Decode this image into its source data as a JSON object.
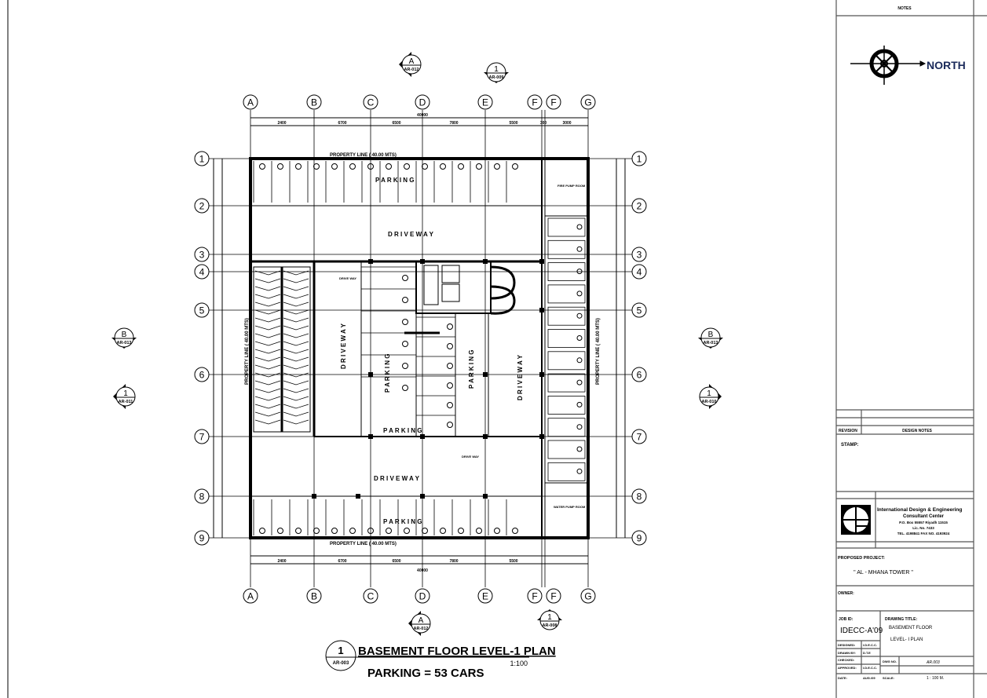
{
  "grid": {
    "columns": [
      "A",
      "B",
      "C",
      "D",
      "E",
      "F",
      "F",
      "G"
    ],
    "rows": [
      "1",
      "2",
      "3",
      "4",
      "5",
      "6",
      "7",
      "8",
      "9"
    ]
  },
  "dimensions": {
    "overall": "40000",
    "segments": [
      "2400",
      "6700",
      "6500",
      "7800",
      "5500",
      "300",
      "3000"
    ]
  },
  "labels": {
    "property_line_top": "PROPERTY LINE  ( 40.00 MTS)",
    "property_line_bottom": "PROPERTY LINE  ( 40.00 MTS)",
    "property_line_left": "PROPERTY LINE  ( 40.00 MTS)",
    "property_line_right": "PROPERTY LINE  ( 40.00 MTS)",
    "parking": "P A R K I N G",
    "driveway": "D R I V E W A Y",
    "fire_pump_room": "FIRE PUMP ROOM",
    "water_pump_room": "WATER PUMP ROOM",
    "drive_way": "DRIVE WAY"
  },
  "section_markers": [
    {
      "id": "A",
      "sheet": "AR-012"
    },
    {
      "id": "1",
      "sheet": "AR-009"
    },
    {
      "id": "A",
      "sheet": "AR-012"
    },
    {
      "id": "1",
      "sheet": "AR-008"
    },
    {
      "id": "B",
      "sheet": "AR-013"
    },
    {
      "id": "B",
      "sheet": "AR-013"
    },
    {
      "id": "1",
      "sheet": "AR-011"
    },
    {
      "id": "1",
      "sheet": "AR-010"
    }
  ],
  "drawing_title": {
    "number": "1",
    "sheet": "AR-003",
    "title": "BASEMENT FLOOR LEVEL-1 PLAN",
    "scale": "1:100",
    "subtitle": "PARKING = 53 CARS"
  },
  "title_block": {
    "notes": "NOTES",
    "north": "NORTH",
    "revision": "REVISION",
    "design_notes": "DESIGN NOTES",
    "stamp": "STAMP:",
    "company": [
      "International Design & Engineering",
      "Consultant Center",
      "P.O. Box 55557  Riyadh 11515",
      "Lic. No. 7433",
      "TEL. 4198841  FAX NO. 4193924"
    ],
    "proposed_project_label": "PROPOSED PROJECT:",
    "project_name": "\" AL - MHANA  TOWER \"",
    "owner_label": "OWNER:",
    "job_id_label": "JOB ID:",
    "job_id": "IDECC-A'09",
    "drawing_title_label": "DRAWING TITLE:",
    "drawing_title_lines": [
      "BASEMENT FLOOR",
      "LEVEL- I PLAN"
    ],
    "designed_label": "DESIGNED:",
    "designed_value": "I.D.E.C.C.",
    "drawn_label": "DRAWN BY:",
    "drawn_value": "D.T.E",
    "checked_label": "CHECKED:",
    "approved_label": "APPROVED:",
    "approved_value": "I.D.E.C.C.",
    "dwg_no_label": "DWG NO.",
    "dwg_no": "AR.003",
    "date_label": "DATE:",
    "date_value": "AUG./09",
    "scale_label": "SCALE:",
    "scale_value": "1 : 100 M."
  }
}
